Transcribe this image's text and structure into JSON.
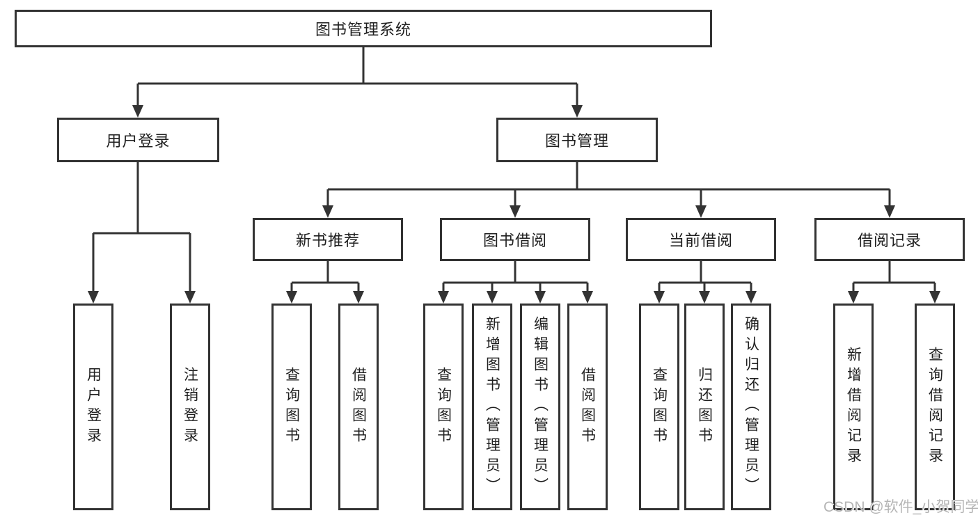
{
  "nodes": {
    "root": "图书管理系统",
    "user_login": "用户登录",
    "book_management": "图书管理",
    "new_book_recommend": "新书推荐",
    "book_borrowing": "图书借阅",
    "current_borrowing": "当前借阅",
    "borrowing_records": "借阅记录",
    "leaf_user_login": "用户登录",
    "leaf_logout": "注销登录",
    "leaf_nbr_query_books": "查询图书",
    "leaf_nbr_borrow_books": "借阅图书",
    "leaf_bb_query_books": "查询图书",
    "leaf_bb_add_books": "新增图书（管理员）",
    "leaf_bb_edit_books": "编辑图书（管理员）",
    "leaf_bb_borrow_books": "借阅图书",
    "leaf_cb_query_books": "查询图书",
    "leaf_cb_return_books": "归还图书",
    "leaf_cb_confirm_return": "确认归还（管理员）",
    "leaf_br_add_record": "新增借阅记录",
    "leaf_br_query_record": "查询借阅记录"
  },
  "structure": {
    "图书管理系统": {
      "用户登录": [
        "用户登录",
        "注销登录"
      ],
      "图书管理": {
        "新书推荐": [
          "查询图书",
          "借阅图书"
        ],
        "图书借阅": [
          "查询图书",
          "新增图书（管理员）",
          "编辑图书（管理员）",
          "借阅图书"
        ],
        "当前借阅": [
          "查询图书",
          "归还图书",
          "确认归还（管理员）"
        ],
        "借阅记录": [
          "新增借阅记录",
          "查询借阅记录"
        ]
      }
    }
  },
  "watermark": "CSDN @软件_小贺同学",
  "colors": {
    "border": "#333333",
    "text": "#1f1f1f",
    "background": "#ffffff",
    "watermark": "#b5b5b5"
  }
}
